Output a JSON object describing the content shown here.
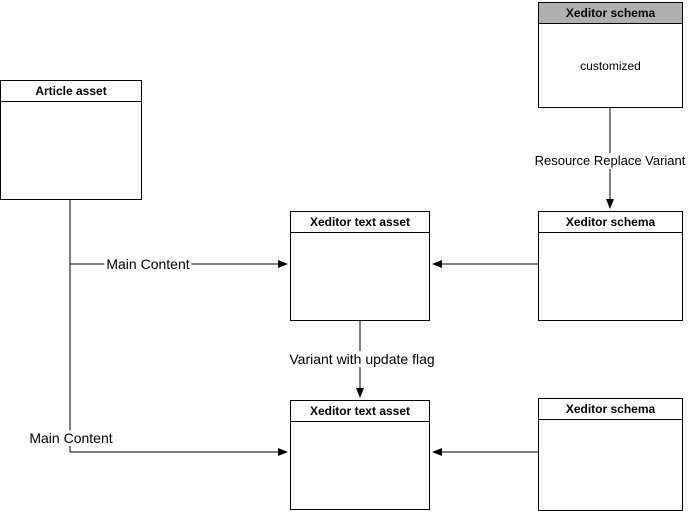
{
  "diagram": {
    "nodes": {
      "schema_customized": {
        "title": "Xeditor schema",
        "body": "customized"
      },
      "article_asset": {
        "title": "Article asset",
        "body": ""
      },
      "text_asset_main": {
        "title": "Xeditor text asset",
        "body": ""
      },
      "schema_main": {
        "title": "Xeditor schema",
        "body": ""
      },
      "text_asset_variant": {
        "title": "Xeditor text asset",
        "body": ""
      },
      "schema_variant": {
        "title": "Xeditor schema",
        "body": ""
      }
    },
    "edge_labels": {
      "resource_replace_variant": "Resource Replace Variant",
      "main_content_top": "Main Content",
      "variant_with_update_flag": "Variant with update flag",
      "main_content_bottom": "Main Content"
    },
    "colors": {
      "line": "#000000",
      "box_border": "#000000",
      "highlight_header": "#b0b0b0",
      "background": "#ffffff"
    }
  }
}
